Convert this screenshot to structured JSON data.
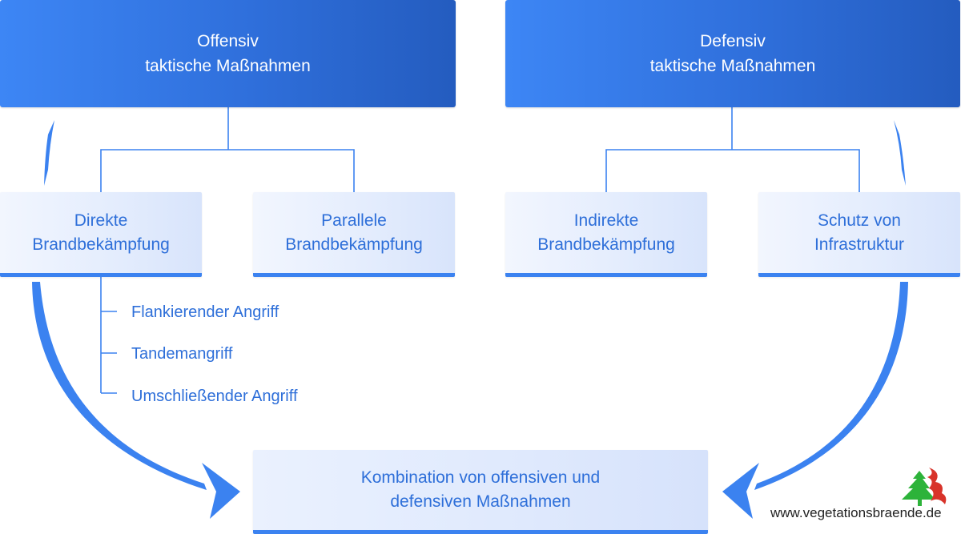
{
  "top_left": {
    "line1": "Offensiv",
    "line2": "taktische Maßnahmen"
  },
  "top_right": {
    "line1": "Defensiv",
    "line2": "taktische Maßnahmen"
  },
  "mid": [
    {
      "line1": "Direkte",
      "line2": "Brandbekämpfung"
    },
    {
      "line1": "Parallele",
      "line2": "Brandbekämpfung"
    },
    {
      "line1": "Indirekte",
      "line2": "Brandbekämpfung"
    },
    {
      "line1": "Schutz von",
      "line2": "Infrastruktur"
    }
  ],
  "sub_items": [
    "Flankierender Angriff",
    "Tandemangriff",
    "Umschließender Angriff"
  ],
  "bottom": {
    "line1": "Kombination von offensiven und",
    "line2": "defensiven Maßnahmen"
  },
  "footer": {
    "url": "www.vegetationsbraende.de"
  },
  "colors": {
    "primary": "#2f6fdb",
    "accent": "#3b82f0",
    "text_blue": "#2e6fd9",
    "logo_green": "#2db33a",
    "logo_red": "#d8332a"
  }
}
